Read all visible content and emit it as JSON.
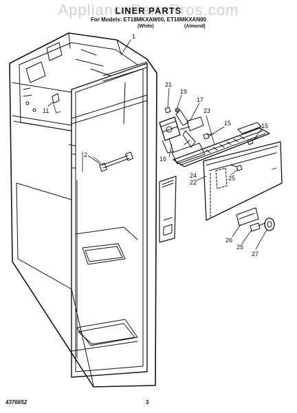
{
  "page": {
    "title": "LINER PARTS",
    "subtitle": "For Models: ET18MKXAW00, ET18MKXAN00",
    "color_notes": {
      "white": "(White)",
      "almond": "(Almond)"
    },
    "watermark": "AppliancePartsPros.com",
    "footer_code": "4376652",
    "page_number": "3"
  },
  "diagram": {
    "stroke_color": "#111111",
    "callouts": [
      {
        "id": "1",
        "label": "1"
      },
      {
        "id": "2",
        "label": "2"
      },
      {
        "id": "11",
        "label": "11"
      },
      {
        "id": "15a",
        "label": "15"
      },
      {
        "id": "15b",
        "label": "15"
      },
      {
        "id": "16",
        "label": "16"
      },
      {
        "id": "17",
        "label": "17"
      },
      {
        "id": "19",
        "label": "19"
      },
      {
        "id": "21",
        "label": "21"
      },
      {
        "id": "22",
        "label": "22"
      },
      {
        "id": "23",
        "label": "23"
      },
      {
        "id": "24",
        "label": "24"
      },
      {
        "id": "25a",
        "label": "25"
      },
      {
        "id": "25b",
        "label": "25"
      },
      {
        "id": "26",
        "label": "26"
      },
      {
        "id": "27",
        "label": "27"
      }
    ]
  }
}
